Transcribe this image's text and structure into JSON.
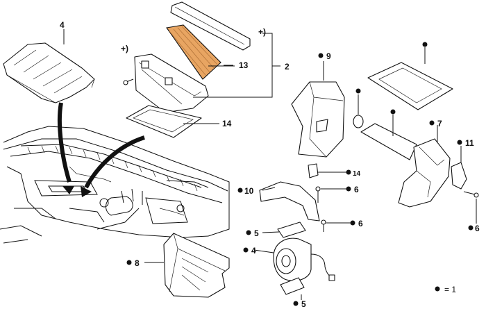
{
  "diagram": {
    "colors": {
      "filter": "#e8a562",
      "ink": "#111111",
      "background": "#ffffff"
    },
    "legend": {
      "symbol": "•",
      "text": "= 1"
    },
    "labels": [
      {
        "id": "l4a",
        "text": "4",
        "dot": false
      },
      {
        "id": "lplus1",
        "text": "+)",
        "dot": false
      },
      {
        "id": "lplus2",
        "text": "+)",
        "dot": false
      },
      {
        "id": "l13",
        "text": "13",
        "dot": false
      },
      {
        "id": "l2",
        "text": "2",
        "dot": false
      },
      {
        "id": "l14a",
        "text": "14",
        "dot": false
      },
      {
        "id": "l9",
        "text": "9",
        "dot": true
      },
      {
        "id": "lbarrel",
        "text": "",
        "dot": true
      },
      {
        "id": "lpin",
        "text": "",
        "dot": true
      },
      {
        "id": "lframe",
        "text": "",
        "dot": true
      },
      {
        "id": "l7",
        "text": "7",
        "dot": true
      },
      {
        "id": "l11",
        "text": "11",
        "dot": true
      },
      {
        "id": "l14b",
        "text": "14",
        "dot": true
      },
      {
        "id": "l10",
        "text": "10",
        "dot": true
      },
      {
        "id": "l6a",
        "text": "6",
        "dot": true
      },
      {
        "id": "l5a",
        "text": "5",
        "dot": true
      },
      {
        "id": "l6b",
        "text": "6",
        "dot": true
      },
      {
        "id": "l4b",
        "text": "4",
        "dot": true
      },
      {
        "id": "l8",
        "text": "8",
        "dot": true
      },
      {
        "id": "l5b",
        "text": "5",
        "dot": true
      },
      {
        "id": "l6c",
        "text": "6",
        "dot": true
      }
    ]
  }
}
